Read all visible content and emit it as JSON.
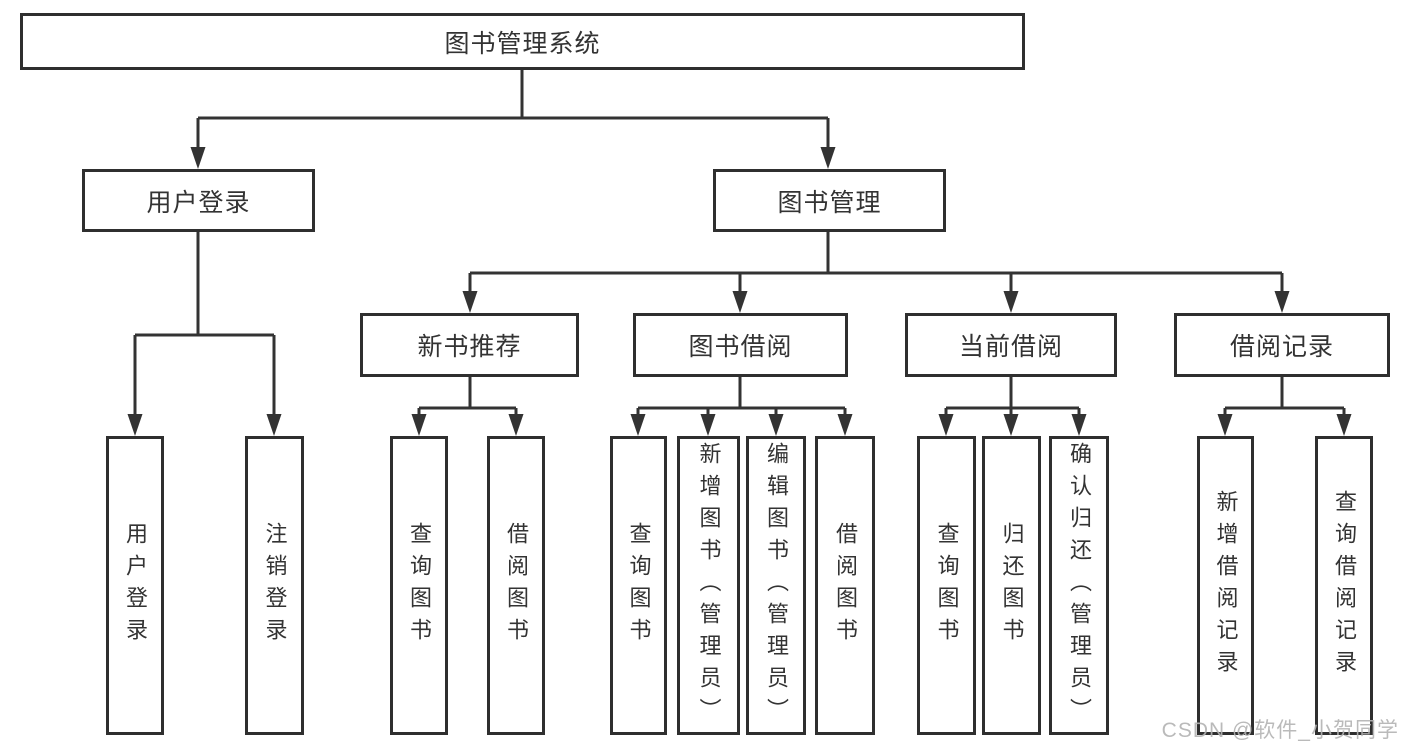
{
  "tree": {
    "label": "图书管理系统",
    "children": [
      {
        "label": "用户登录",
        "children": [
          {
            "label": "用户登录"
          },
          {
            "label": "注销登录"
          }
        ]
      },
      {
        "label": "图书管理",
        "children": [
          {
            "label": "新书推荐",
            "children": [
              {
                "label": "查询图书"
              },
              {
                "label": "借阅图书"
              }
            ]
          },
          {
            "label": "图书借阅",
            "children": [
              {
                "label": "查询图书"
              },
              {
                "label": "新增图书（管理员）"
              },
              {
                "label": "编辑图书（管理员）"
              },
              {
                "label": "借阅图书"
              }
            ]
          },
          {
            "label": "当前借阅",
            "children": [
              {
                "label": "查询图书"
              },
              {
                "label": "归还图书"
              },
              {
                "label": "确认归还（管理员）"
              }
            ]
          },
          {
            "label": "借阅记录",
            "children": [
              {
                "label": "新增借阅记录"
              },
              {
                "label": "查询借阅记录"
              }
            ]
          }
        ]
      }
    ]
  },
  "watermark": {
    "text": "CSDN @软件_小贺同学"
  },
  "colors": {
    "line": "#333333",
    "box_border": "#2f2f2f",
    "text": "#333333",
    "watermark": "#b3b3b3",
    "background": "#ffffff"
  }
}
